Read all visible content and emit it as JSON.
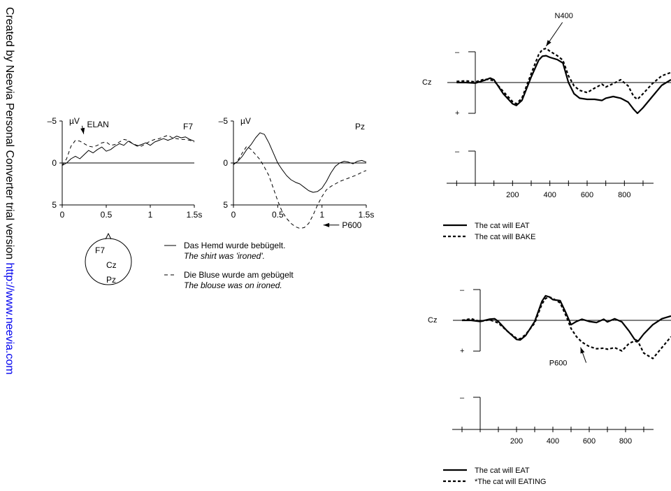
{
  "watermark": {
    "text": "Created by Neevia Personal Converter trial version ",
    "link": "http://www.neevia.com"
  },
  "chart_data": [
    {
      "type": "line",
      "panel_label": "F7",
      "units": "µV",
      "x_ticks": [
        "0",
        "0.5",
        "1",
        "1.5s"
      ],
      "y_ticks": [
        "–5",
        "0",
        "5"
      ],
      "xlim": [
        0,
        1.5
      ],
      "ylim": [
        -5,
        5
      ],
      "y_inverted": true,
      "annotations": [
        {
          "text": "ELAN",
          "x": 0.25,
          "y": -4.6,
          "target_x": 0.22,
          "target_y": -3.2
        }
      ],
      "series": [
        {
          "style": "solid",
          "x": [
            0,
            0.05,
            0.1,
            0.15,
            0.2,
            0.25,
            0.3,
            0.35,
            0.4,
            0.45,
            0.5,
            0.55,
            0.6,
            0.65,
            0.7,
            0.75,
            0.8,
            0.85,
            0.9,
            0.95,
            1.0,
            1.05,
            1.1,
            1.15,
            1.2,
            1.25,
            1.3,
            1.35,
            1.4,
            1.45,
            1.5
          ],
          "y": [
            0.3,
            0,
            -0.5,
            -0.8,
            -0.5,
            -1.0,
            -1.5,
            -1.2,
            -1.6,
            -1.9,
            -1.4,
            -1.6,
            -2.0,
            -2.3,
            -2.1,
            -2.6,
            -2.3,
            -2.0,
            -2.2,
            -2.4,
            -2.1,
            -2.5,
            -2.7,
            -2.9,
            -2.7,
            -2.9,
            -3.2,
            -3.0,
            -3.1,
            -2.8,
            -2.6
          ]
        },
        {
          "style": "dashed",
          "x": [
            0,
            0.05,
            0.1,
            0.15,
            0.2,
            0.25,
            0.3,
            0.35,
            0.4,
            0.45,
            0.5,
            0.55,
            0.6,
            0.65,
            0.7,
            0.75,
            0.8,
            0.85,
            0.9,
            0.95,
            1.0,
            1.05,
            1.1,
            1.15,
            1.2,
            1.25,
            1.3,
            1.35,
            1.4,
            1.45,
            1.5
          ],
          "y": [
            0.3,
            -0.5,
            -2.0,
            -2.7,
            -2.6,
            -2.3,
            -2.0,
            -1.9,
            -2.1,
            -2.4,
            -2.5,
            -2.1,
            -2.2,
            -2.5,
            -2.8,
            -2.7,
            -2.3,
            -2.1,
            -2.0,
            -2.3,
            -2.6,
            -2.8,
            -2.9,
            -3.1,
            -3.3,
            -3.0,
            -2.9,
            -2.8,
            -2.8,
            -2.7,
            -2.5
          ]
        }
      ]
    },
    {
      "type": "line",
      "panel_label": "Pz",
      "units": "µV",
      "x_ticks": [
        "0",
        "0.5",
        "1",
        "1.5s"
      ],
      "y_ticks": [
        "–5",
        "0",
        "5"
      ],
      "xlim": [
        0,
        1.5
      ],
      "ylim": [
        -5,
        5
      ],
      "y_inverted": true,
      "annotations": [
        {
          "text": "P600",
          "x": 1.1,
          "y": 7.4,
          "target_x": 1.0,
          "target_y": 7.4
        }
      ],
      "series": [
        {
          "style": "solid",
          "x": [
            0,
            0.05,
            0.1,
            0.15,
            0.2,
            0.25,
            0.3,
            0.35,
            0.4,
            0.45,
            0.5,
            0.55,
            0.6,
            0.65,
            0.7,
            0.75,
            0.8,
            0.85,
            0.9,
            0.95,
            1.0,
            1.05,
            1.1,
            1.15,
            1.2,
            1.25,
            1.3,
            1.35,
            1.4,
            1.45,
            1.5
          ],
          "y": [
            0.2,
            -0.2,
            -0.8,
            -1.6,
            -2.2,
            -3.0,
            -3.6,
            -3.4,
            -2.4,
            -1.2,
            0,
            0.8,
            1.5,
            2.0,
            2.3,
            2.5,
            2.9,
            3.3,
            3.5,
            3.4,
            3.0,
            2.2,
            1.2,
            0.4,
            0,
            -0.2,
            -0.1,
            0.1,
            -0.2,
            -0.3,
            -0.1
          ]
        },
        {
          "style": "dashed",
          "x": [
            0,
            0.05,
            0.1,
            0.15,
            0.2,
            0.25,
            0.3,
            0.35,
            0.4,
            0.45,
            0.5,
            0.55,
            0.6,
            0.65,
            0.7,
            0.75,
            0.8,
            0.85,
            0.9,
            0.95,
            1.0,
            1.05,
            1.1,
            1.15,
            1.2,
            1.25,
            1.3,
            1.35,
            1.4,
            1.45,
            1.5
          ],
          "y": [
            0.2,
            -0.3,
            -1.2,
            -2.0,
            -1.6,
            -1.0,
            -0.4,
            0.5,
            1.5,
            3.0,
            4.5,
            5.8,
            6.6,
            7.2,
            7.6,
            7.8,
            7.7,
            7.2,
            6.2,
            5.0,
            4.0,
            3.2,
            2.8,
            2.5,
            2.2,
            2.0,
            1.8,
            1.6,
            1.4,
            1.1,
            0.9
          ]
        }
      ]
    },
    {
      "type": "line",
      "channel_label": "Cz",
      "x_ticks": [
        "200",
        "400",
        "600",
        "800"
      ],
      "xlim": [
        -150,
        1050
      ],
      "y_inverted": true,
      "y_marks": [
        "–",
        "+"
      ],
      "annotations": [
        {
          "text": "N400",
          "x": 400,
          "y": -11,
          "target_x": 350,
          "target_y": -5.5
        }
      ],
      "legend": [
        {
          "style": "solid",
          "label": "The cat will EAT"
        },
        {
          "style": "dashed",
          "label": "The cat will BAKE"
        }
      ],
      "series": [
        {
          "style": "solid",
          "x": [
            -100,
            -50,
            0,
            50,
            80,
            100,
            150,
            200,
            220,
            250,
            300,
            340,
            360,
            380,
            400,
            440,
            470,
            500,
            530,
            560,
            600,
            640,
            680,
            700,
            740,
            780,
            820,
            850,
            870,
            900,
            950,
            1000,
            1050
          ],
          "y": [
            0,
            0,
            0.1,
            -0.4,
            -0.8,
            -0.5,
            2.0,
            3.8,
            4.1,
            3.2,
            -1.0,
            -4.0,
            -4.7,
            -4.8,
            -4.5,
            -4.1,
            -3.5,
            0,
            2.0,
            2.8,
            3.0,
            3.0,
            3.2,
            2.8,
            2.5,
            2.8,
            3.5,
            4.8,
            5.5,
            4.5,
            2.5,
            0.5,
            -0.5
          ]
        },
        {
          "style": "dashed",
          "x": [
            -100,
            -50,
            0,
            50,
            80,
            100,
            150,
            200,
            220,
            250,
            300,
            340,
            360,
            380,
            400,
            440,
            470,
            500,
            530,
            560,
            600,
            640,
            680,
            700,
            740,
            780,
            820,
            850,
            870,
            900,
            950,
            1000,
            1050
          ],
          "y": [
            -0.2,
            -0.3,
            -0.1,
            -0.6,
            -0.5,
            -0.3,
            1.6,
            3.4,
            3.8,
            2.8,
            -1.6,
            -5.0,
            -5.9,
            -6.1,
            -5.6,
            -4.8,
            -4.0,
            -1.2,
            0.6,
            1.4,
            1.8,
            1.0,
            0.3,
            0.8,
            0.2,
            -0.5,
            0.6,
            2.5,
            3.0,
            2.0,
            0.2,
            -1.2,
            -1.8
          ]
        }
      ]
    },
    {
      "type": "line",
      "channel_label": "Cz",
      "x_ticks": [
        "200",
        "400",
        "600",
        "800"
      ],
      "xlim": [
        -150,
        1050
      ],
      "y_inverted": true,
      "y_marks": [
        "–",
        "+"
      ],
      "annotations": [
        {
          "text": "P600",
          "x": 360,
          "y": 7,
          "target_x": 560,
          "target_y": 5.2
        }
      ],
      "legend": [
        {
          "style": "solid",
          "label": "The cat will EAT"
        },
        {
          "style": "dashed",
          "label": "*The cat will EATING"
        }
      ],
      "series": [
        {
          "style": "solid",
          "x": [
            -100,
            -50,
            0,
            50,
            80,
            100,
            150,
            200,
            220,
            250,
            300,
            340,
            360,
            380,
            400,
            440,
            470,
            500,
            530,
            560,
            600,
            640,
            680,
            700,
            740,
            780,
            820,
            850,
            870,
            900,
            950,
            1000,
            1050
          ],
          "y": [
            0,
            0,
            0.2,
            -0.2,
            -0.3,
            0.2,
            2.0,
            3.5,
            3.6,
            2.8,
            0.2,
            -3.5,
            -4.5,
            -4.3,
            -3.8,
            -3.6,
            -1.5,
            0.8,
            0.2,
            -0.2,
            0.2,
            0.4,
            -0.2,
            0.3,
            -0.3,
            0.3,
            2.0,
            3.5,
            3.8,
            2.5,
            0.8,
            -0.3,
            -0.8
          ]
        },
        {
          "style": "dashed",
          "x": [
            -100,
            -50,
            0,
            50,
            80,
            100,
            150,
            200,
            220,
            250,
            300,
            340,
            360,
            380,
            400,
            440,
            470,
            500,
            530,
            560,
            600,
            640,
            680,
            700,
            740,
            780,
            820,
            850,
            870,
            900,
            950,
            1000,
            1050
          ],
          "y": [
            0,
            -0.3,
            0.2,
            -0.1,
            0.2,
            0.5,
            2.0,
            3.3,
            3.4,
            2.6,
            0.5,
            -3.0,
            -4.0,
            -4.3,
            -4.0,
            -3.2,
            -1.0,
            1.5,
            3.0,
            4.0,
            4.8,
            5.2,
            5.1,
            5.3,
            5.0,
            5.6,
            4.2,
            3.8,
            4.0,
            6.0,
            7.0,
            5.0,
            3.0
          ]
        }
      ]
    }
  ],
  "head_map": {
    "labels": [
      "F7",
      "Cz",
      "Pz"
    ]
  },
  "legend_left": [
    {
      "style": "solid",
      "german": "Das Hemd wurde bebügelt.",
      "english": "The shirt was 'ironed'."
    },
    {
      "style": "dashed",
      "german": "Die Bluse wurde am gebügelt",
      "english": "The blouse was on ironed."
    }
  ]
}
